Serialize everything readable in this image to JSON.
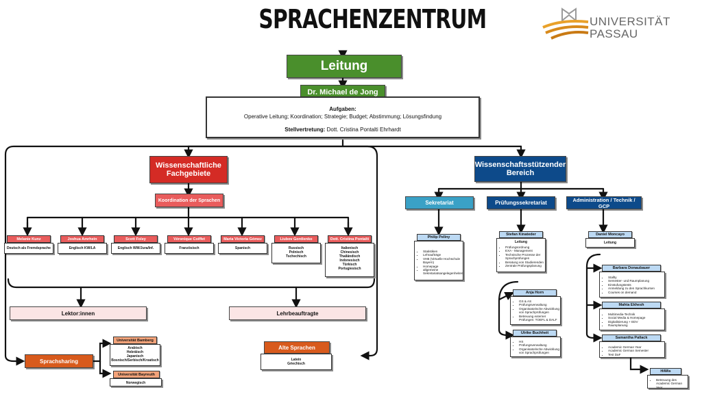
{
  "title": "SPRACHENZENTRUM",
  "logo": {
    "line1": "UNIVERSITÄT",
    "line2": "PASSAU"
  },
  "colors": {
    "green": "#4a8f2c",
    "red": "#d42b25",
    "blue": "#0d4a8a",
    "orange": "#d85a1c",
    "teal": "#3aa1c6",
    "lightblue": "#bcd9f3",
    "pink": "#f4c4c4",
    "salmon": "#e95c5c"
  },
  "leitung": "Leitung",
  "head": "Dr. Michael de Jong",
  "aufgaben": {
    "label": "Aufgaben:",
    "text": "Operative Leitung; Koordination; Strategie; Budget; Abstimmung; Lösungsfindung",
    "stv_label": "Stellvertretung:",
    "stv_name": " Dott. Cristina Pontalti Ehrhardt"
  },
  "left": {
    "title1": "Wissenschaftliche",
    "title2": "Fachgebiete",
    "koord": "Koordination der Sprachen",
    "people": [
      {
        "name": "Melanie Kunz",
        "langs": [
          "Deutsch als Fremdsprache"
        ]
      },
      {
        "name": "Joshua Amrhein",
        "langs": [
          "Englisch KW/LA"
        ]
      },
      {
        "name": "Scott Foley",
        "langs": [
          "Englisch WW/Jura/Inf."
        ]
      },
      {
        "name": "Véronique Coiffet",
        "langs": [
          "Französisch"
        ]
      },
      {
        "name": "Maria Victoria Gómez",
        "langs": [
          "Spanisch"
        ]
      },
      {
        "name": "Liubov Gordienko",
        "langs": [
          "Russisch",
          "Polnisch",
          "Tschechisch"
        ]
      },
      {
        "name": "Dott. Cristina Pontalti",
        "langs": [
          "Italienisch",
          "Chinesisch",
          "Thailändisch",
          "Indonesisch",
          "Türkisch",
          "Portugiesisch"
        ]
      }
    ],
    "lektor": "Lektor:innen",
    "lehrbeauf": "Lehrbeauftragte",
    "sharing": "Sprachsharing",
    "bamberg": {
      "name": "Universität Bamberg",
      "langs": [
        "Arabisch",
        "Hebräisch",
        "Japanisch",
        "Bosnisch/Serbisch/Kroatisch"
      ]
    },
    "bayreuth": {
      "name": "Universität Bayreuth",
      "langs": [
        "Norwegisch"
      ]
    },
    "alte": {
      "name": "Alte Sprachen",
      "langs": [
        "Latein",
        "Griechisch"
      ]
    }
  },
  "right": {
    "title1": "Wissenschaftsstützender",
    "title2": "Bereich",
    "sek": {
      "label": "Sekretariat",
      "person": "Philip Pellny",
      "items": [
        "Statistiken",
        "Lehraufträge",
        "VHB (Virtuelle Hochschule Bayern)",
        "Homepage",
        "allgemeine Sekretariatsangelegenheiten"
      ]
    },
    "pruef": {
      "label": "Prüfungssekretariat",
      "person": "Stefan Kinateder",
      "role": "Leitung",
      "items": [
        "Prüfungsordnung",
        "EXA - Management",
        "Technische Prozesse der Sprachprüfungen",
        "Beratung von Studierenden",
        "Zentrale Prüfungsplanung"
      ],
      "anja": {
        "name": "Anja Horn",
        "items": [
          "GS & AS",
          "Prüfungsverwaltung",
          "Organisatorische Abwicklung von Sprachprüfungen",
          "Betreuung externer Prüfungen: TOEFL & DALF"
        ]
      },
      "ulrike": {
        "name": "Ulrike Buchheit",
        "items": [
          "HS",
          "Prüfungsverwaltung",
          "Organisatorische Abwicklung von Sprachprüfungen"
        ]
      }
    },
    "admin": {
      "label": "Administration / Technik / GCP",
      "person": "Daniel Moncayo",
      "role": "Leitung",
      "barbara": {
        "name": "Barbara Donaubauer",
        "items": [
          "Stallty",
          "Semester- und Raumplanung",
          "Einstufungstests",
          "Anmeldung zu den Sprachkursen",
          "Courses on demand"
        ]
      },
      "mahta": {
        "name": "Mahta Ekhesh",
        "items": [
          "Multimedia-Technik",
          "Social Media & Homepage",
          "Digitalisierung + EDV",
          "Raumplanung"
        ]
      },
      "samantha": {
        "name": "Samantha Pallack",
        "items": [
          "Academic German Year",
          "Academic German Semester",
          "Test DaF"
        ]
      },
      "hiwis": {
        "name": "HiWis",
        "items": [
          "Betreuung des Academic German Year"
        ]
      }
    }
  }
}
